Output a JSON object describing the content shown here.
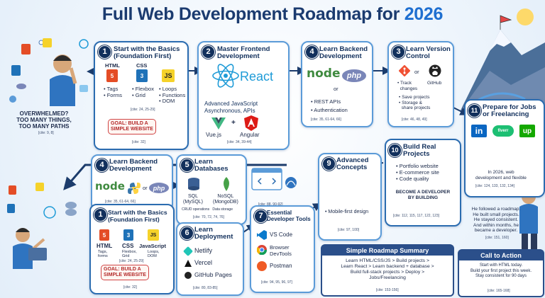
{
  "title": {
    "main": "Full Web Development Roadmap for",
    "year": "2026"
  },
  "intro": {
    "thought": "OVERWHELMED?\nTOO MANY THINGS,\nTOO MANY PATHS",
    "cite": "[cite: 9, 8]"
  },
  "s1": {
    "num": "1",
    "title": "Start with the Basics\n(Foundation First)",
    "html": "HTML",
    "css": "CSS",
    "js": "JS",
    "html_items": "• Tags\n• Forms",
    "css_items": "• Flexbox\n• Grid",
    "js_items": "• Loops\n• Functions\n• DOM",
    "cite_a": "[cite: 24, 25-29]",
    "goal": "GOAL: BUILD A\nSIMPLE WEBSITE",
    "cite_b": "[cite: 32]"
  },
  "s2": {
    "num": "2",
    "title": "Master Frontend\nDevelopment",
    "react": "React",
    "items": "Advanced JavaScript\nAsynchronous, APIs",
    "vue": "Vue.js",
    "plus": "+",
    "angular": "Angular",
    "cite": "[cite: 34, 39-44]"
  },
  "s4a": {
    "num": "4",
    "title": "Learn Backend\nDevelopment",
    "node": "node",
    "php": "php",
    "or": "or",
    "items": "• REST APIs\n• Authentication",
    "cite": "[cite: 35, 61-64, 66]"
  },
  "s3": {
    "num": "3",
    "title": "Learn Version\nControl",
    "or": "or",
    "github": "GitHub",
    "git_items": "• Track\n  changes",
    "items": "• Save projects\n• Storage &\n  share projects",
    "cite": "[cite: 46, 48, 49]"
  },
  "s11": {
    "num": "11",
    "title": "Prepare for Jobs\nor Freelancing",
    "li": "in",
    "fiverr": "fiverr",
    "up": "up",
    "text": "In 2026, web\ndevelopment and flexible",
    "cite": "[cite: 124, 133, 132, 134]"
  },
  "s4b": {
    "num": "4",
    "title": "Learn Backend\nDevelopment",
    "node": "node",
    "or": "or",
    "php": "php",
    "cite": "[cite: 35, 61-64, 66]"
  },
  "s5": {
    "num": "5",
    "title": "Learn\nDatabases",
    "sql": "SQL\n(MySQL)",
    "nosql": "NoSQL\n(MongoDB)",
    "note": "CRUD operations   Data storage",
    "cite": "[cite: 70, 72, 74, 76]"
  },
  "s9": {
    "num": "9",
    "title": "Advanced\nConcepts",
    "items": "• Mobile-first design",
    "cite": "[cite: 97, 100]"
  },
  "s10": {
    "num": "10",
    "title": "Build Real\nProjects",
    "items": "• Portfolio website\n• E-commerce site\n• Code quality",
    "tagline": "BECOME A DEVELOPER\nBY BUILDING",
    "cite": "[cite: 112, 115, 117, 122, 123]"
  },
  "s1b": {
    "num": "1",
    "title": "Start with the Basics\n(Foundation First)",
    "html": "HTML",
    "css": "CSS",
    "js": "JavaScript",
    "html_items": "Tags,\nforms",
    "css_items": "Flexbox,\nGrid",
    "js_items": "Loops,\nDOM",
    "cite_a": "[cite: 24, 25-29]",
    "goal": "GOAL: BUILD A\nSIMPLE WEBSITE",
    "cite_b": "[cite: 32]"
  },
  "s6": {
    "num": "6",
    "title": "Learn\nDeployment",
    "netlify": "Netlify",
    "vercel": "Vercel",
    "pages": "GitHub Pages",
    "cite": "[cite: 80, 83-85]"
  },
  "s8": {
    "cite": "[cite: 88, 90-92]"
  },
  "s7": {
    "num": "7",
    "title": "Essential\nDeveloper Tools",
    "vscode": "VS Code",
    "browser": "Browser\nDevTools",
    "postman": "Postman",
    "cite": "[cite: 94, 95, 96, 97]"
  },
  "summary": {
    "title": "Simple Roadmap Summary",
    "text": "Learn HTML/CSS/JS > Build projects >\nLearn React > Learn backend + database >\nBuild full-stack projects > Deploy >\nJobs/Freelancing",
    "cite": "[cite: 153-156]"
  },
  "story": {
    "text": "He followed a roadmap.\nHe built small projects.\nHe stayed consistent.\nAnd within months, he\nbecame a developer.",
    "cite": "[cite: 151, 160]"
  },
  "cta": {
    "title": "Call to Action",
    "text": "Start with HTML today.\nBuild your first project this week.\nStay consistent for 90 days",
    "cite": "[cite: 165-168]"
  },
  "colors": {
    "accent": "#1f6fd0",
    "navy": "#12305c",
    "panel": "#2b4f8a",
    "html": "#e44d26",
    "css": "#1f72b8",
    "js": "#f5d22a",
    "react": "#1e9bd7"
  }
}
